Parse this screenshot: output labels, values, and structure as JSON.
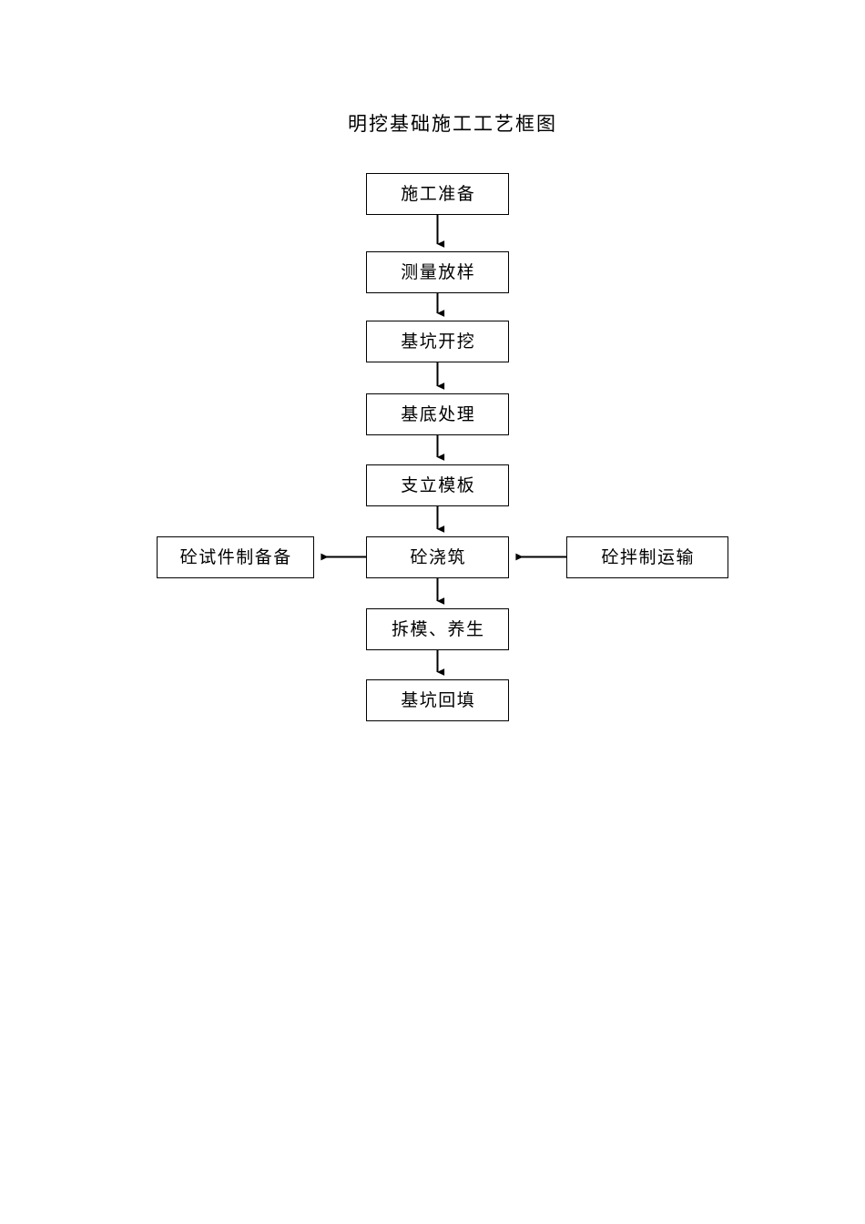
{
  "document": {
    "title": "明挖基础施工工艺框图",
    "background_color": "#ffffff",
    "line_color": "#000000",
    "text_color": "#000000"
  },
  "flowchart": {
    "type": "flowchart",
    "orientation": "top-to-bottom",
    "main_chain": [
      {
        "id": "n1",
        "label": "施工准备"
      },
      {
        "id": "n2",
        "label": "测量放样"
      },
      {
        "id": "n3",
        "label": "基坑开挖"
      },
      {
        "id": "n4",
        "label": "基底处理"
      },
      {
        "id": "n5",
        "label": "支立模板"
      },
      {
        "id": "n6",
        "label": "砼浇筑"
      },
      {
        "id": "n7",
        "label": "拆模、养生"
      },
      {
        "id": "n8",
        "label": "基坑回填"
      }
    ],
    "side_nodes": [
      {
        "id": "left",
        "label": "砼试件制备备",
        "side": "left"
      },
      {
        "id": "right",
        "label": "砼拌制运输",
        "side": "right"
      }
    ],
    "edges": [
      {
        "from": "n1",
        "to": "n2",
        "direction": "down"
      },
      {
        "from": "n2",
        "to": "n3",
        "direction": "down"
      },
      {
        "from": "n3",
        "to": "n4",
        "direction": "down"
      },
      {
        "from": "n4",
        "to": "n5",
        "direction": "down"
      },
      {
        "from": "n5",
        "to": "n6",
        "direction": "down"
      },
      {
        "from": "n6",
        "to": "left",
        "direction": "left"
      },
      {
        "from": "right",
        "to": "n6",
        "direction": "left"
      },
      {
        "from": "n6",
        "to": "n7",
        "direction": "down"
      },
      {
        "from": "n7",
        "to": "n8",
        "direction": "down"
      }
    ]
  }
}
